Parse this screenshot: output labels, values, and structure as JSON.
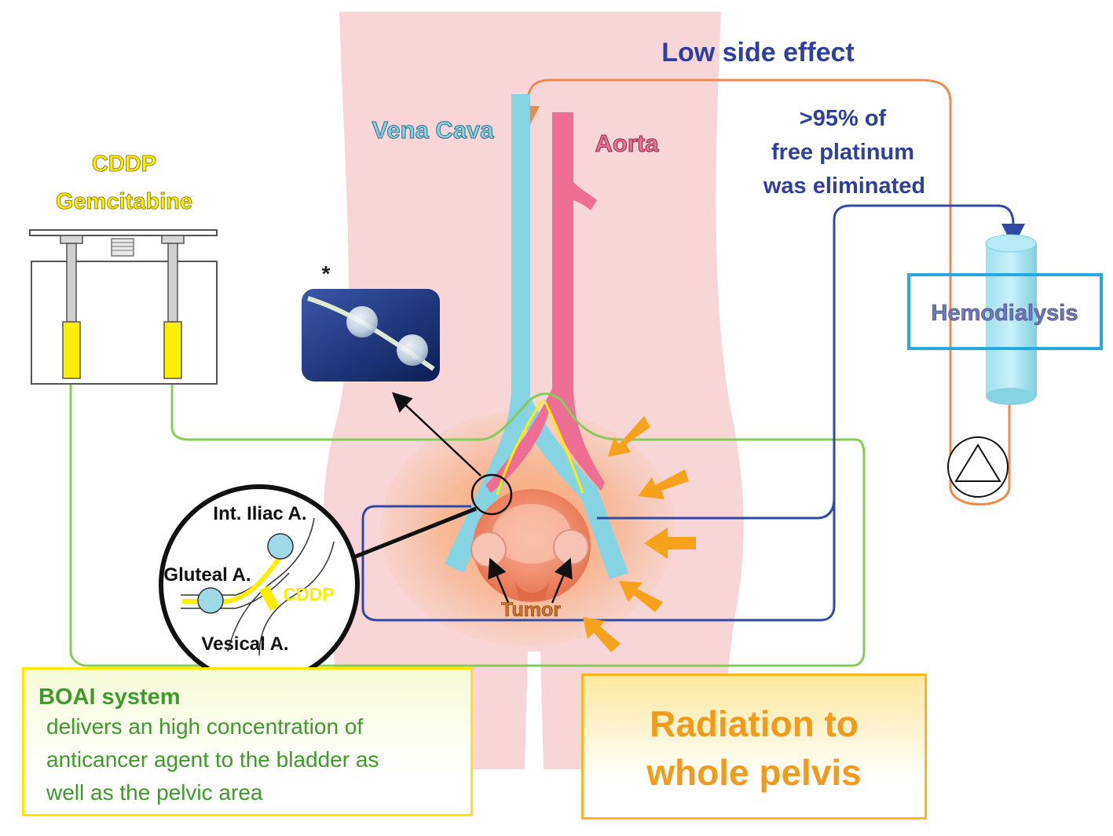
{
  "labels": {
    "low_side_effect": "Low side effect",
    "vena_cava": "Vena Cava",
    "aorta": "Aorta",
    "platinum_line1": ">95% of",
    "platinum_line2": "free platinum",
    "platinum_line3": "was eliminated",
    "drug1": "CDDP",
    "drug2": "Gemcitabine",
    "asterisk": "*",
    "hemodialysis": "Hemodialysis",
    "int_iliac": "Int. Iliac A.",
    "gluteal": "Gluteal A.",
    "cddp_inset": "CDDP",
    "vesical": "Vesical A.",
    "tumor": "Tumor"
  },
  "boai_box": {
    "title": "BOAI system",
    "line1": "delivers an high concentration of",
    "line2": "anticancer agent to the bladder as",
    "line3": "well as the pelvic area"
  },
  "radiation_box": {
    "line1": "Radiation to",
    "line2": "whole pelvis"
  },
  "colors": {
    "body": "#f8d6d8",
    "vena_cava": "#86d3e3",
    "aorta": "#ee6f93",
    "syringe_fill": "#ffee00",
    "green_line": "#86cc5a",
    "blue_line": "#2f4aa5",
    "orange_line": "#f08a4b",
    "radiation_arrow": "#f7a21b",
    "hemodialysis_border": "#25a9df",
    "low_side_effect_text": "#2e3f9e"
  },
  "icons": [
    "syringe-pump-icon",
    "balloon-catheter-photo",
    "hemodialysis-filter-icon",
    "blood-pump-icon",
    "bladder-icon"
  ]
}
